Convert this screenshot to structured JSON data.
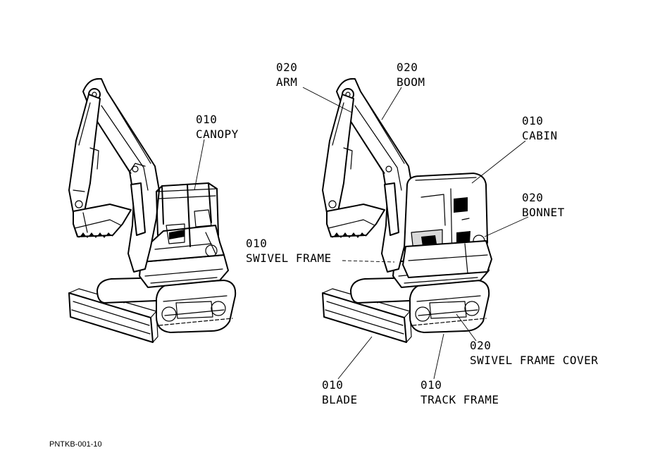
{
  "footer_code": "PNTKB-001-10",
  "callouts": {
    "canopy": {
      "code": "010",
      "label": "CANOPY"
    },
    "arm": {
      "code": "020",
      "label": "ARM"
    },
    "boom": {
      "code": "020",
      "label": "BOOM"
    },
    "cabin": {
      "code": "010",
      "label": "CABIN"
    },
    "bonnet": {
      "code": "020",
      "label": "BONNET"
    },
    "swivel_frame": {
      "code": "010",
      "label": "SWIVEL FRAME"
    },
    "swivel_frame_cover": {
      "code": "020",
      "label": "SWIVEL FRAME COVER"
    },
    "blade": {
      "code": "010",
      "label": "BLADE"
    },
    "track_frame": {
      "code": "010",
      "label": "TRACK FRAME"
    }
  }
}
